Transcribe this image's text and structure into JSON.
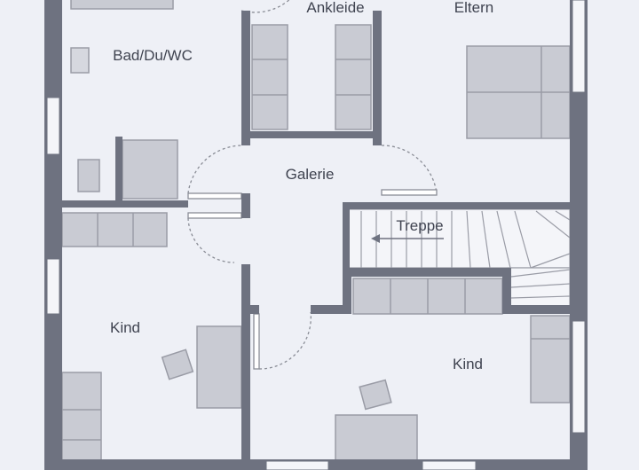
{
  "floor_plan": {
    "colors": {
      "background": "#eef0f6",
      "wall": "#6e7280",
      "furniture": "#c9cbd3",
      "furniture_stroke": "#9a9ca6",
      "door_arc": "#8a8d96",
      "label": "#3f4350"
    },
    "rooms": [
      {
        "id": "bad",
        "label": "Bad/Du/WC"
      },
      {
        "id": "ankleide",
        "label": "Ankleide"
      },
      {
        "id": "eltern",
        "label": "Eltern"
      },
      {
        "id": "galerie",
        "label": "Galerie"
      },
      {
        "id": "treppe",
        "label": "Treppe"
      },
      {
        "id": "kind-left",
        "label": "Kind"
      },
      {
        "id": "kind-right",
        "label": "Kind"
      }
    ]
  }
}
